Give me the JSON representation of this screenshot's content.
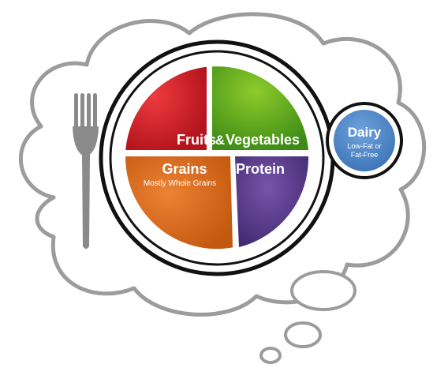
{
  "plate": {
    "fruits_label": "Fruits",
    "ampersand": "&",
    "vegetables_label": "Vegetables",
    "grains_label": "Grains",
    "grains_note": "Mostly Whole Grains",
    "protein_label": "Protein"
  },
  "dairy": {
    "title": "Dairy",
    "note_line1": "Low-Fat or",
    "note_line2": "Fat-Free"
  },
  "colors": {
    "fruits": "#d9202b",
    "vegetables": "#5aa51e",
    "grains": "#d96a1c",
    "protein": "#5c3d8f",
    "dairy": "#4f86c6",
    "cloud_outline": "#9c9c9c",
    "fork": "#8a8a8a",
    "plate_rim": "#111111"
  },
  "icons": {
    "fork": "fork-icon",
    "thought_bubble": "thought-cloud-icon"
  }
}
